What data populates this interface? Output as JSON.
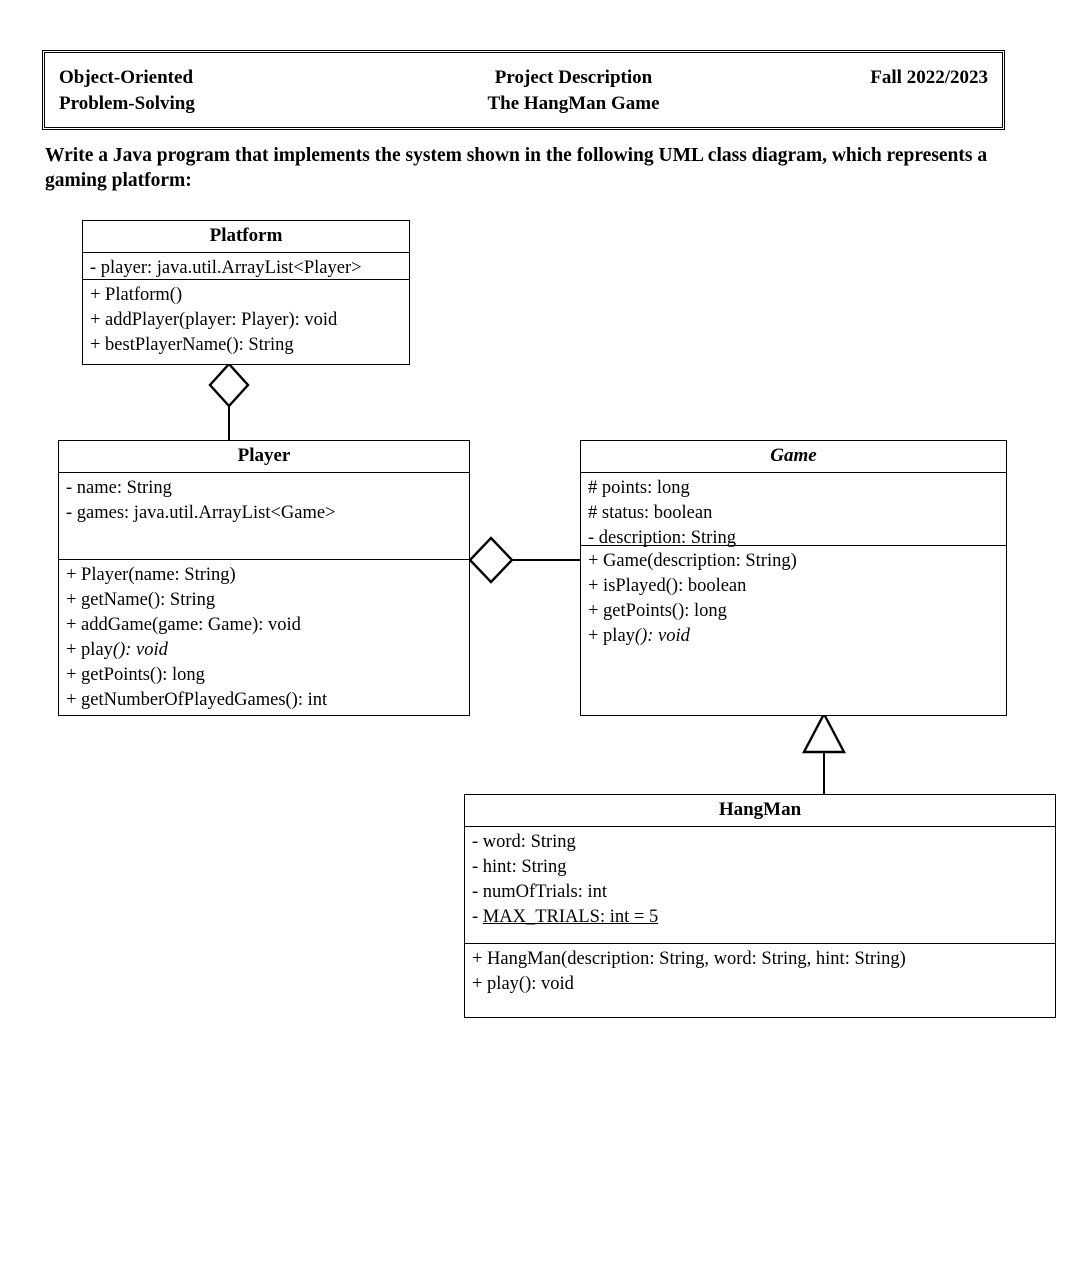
{
  "header": {
    "left_line1": "Object-Oriented",
    "left_line2": "Problem-Solving",
    "center_line1": "Project Description",
    "center_line2": "The HangMan Game",
    "right_line1": "Fall 2022/2023",
    "right_line2": ""
  },
  "instruction": {
    "text": "Write a Java program that implements the system shown in the following UML class diagram, which represents a gaming platform:"
  },
  "diagram": {
    "type": "uml-class-diagram",
    "classes": [
      {
        "id": "platform",
        "name": "Platform",
        "abstract": false,
        "attributes": [
          "- player: java.util.ArrayList<Player>"
        ],
        "methods": [
          "+ Platform()",
          "+ addPlayer(player: Player): void",
          "+ bestPlayerName(): String"
        ]
      },
      {
        "id": "player",
        "name": "Player",
        "abstract": false,
        "attributes": [
          "- name: String",
          "- games: java.util.ArrayList<Game>"
        ],
        "methods": [
          "+ Player(name: String)",
          "+ getName(): String",
          "+ addGame(game: Game): void",
          "+ play(): void",
          "+ getPoints(): long",
          "+ getNumberOfPlayedGames(): int"
        ]
      },
      {
        "id": "game",
        "name": "Game",
        "abstract": true,
        "attributes": [
          "# points: long",
          "# status: boolean",
          "- description: String"
        ],
        "methods": [
          "+ Game(description: String)",
          "+ isPlayed(): boolean",
          "+ getPoints(): long",
          "+ play(): void"
        ]
      },
      {
        "id": "hangman",
        "name": "HangMan",
        "abstract": false,
        "attributes": [
          "- word: String",
          "- hint: String",
          "- numOfTrials: int",
          "- MAX_TRIALS: int = 5"
        ],
        "methods": [
          "+ HangMan(description: String, word: String, hint: String)",
          "+ play(): void"
        ]
      }
    ],
    "relationships": [
      {
        "id": "platform-player",
        "kind": "aggregation",
        "from": "Platform",
        "to": "Player",
        "marker": "hollow-diamond",
        "orientation": "vertical"
      },
      {
        "id": "player-game",
        "kind": "aggregation",
        "from": "Player",
        "to": "Game",
        "marker": "hollow-diamond",
        "orientation": "horizontal"
      },
      {
        "id": "hangman-game",
        "kind": "generalization",
        "from": "HangMan",
        "to": "Game",
        "marker": "hollow-triangle",
        "orientation": "vertical"
      }
    ]
  },
  "colors": {
    "ink": "#000000",
    "paper": "#ffffff"
  }
}
